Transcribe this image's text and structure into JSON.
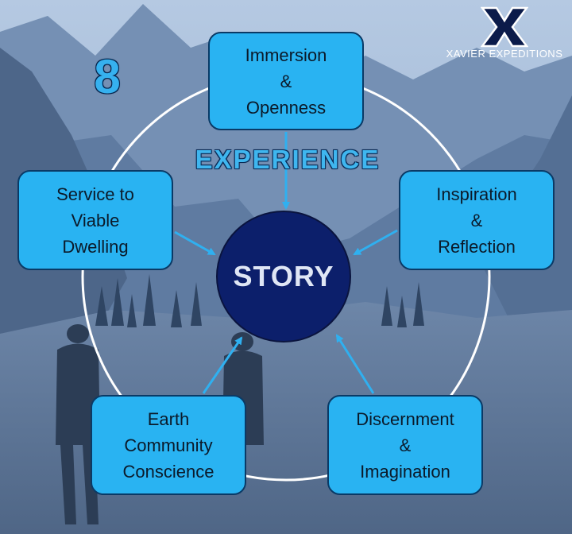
{
  "badge_number": "8",
  "header_word": "EXPERIENCE",
  "center_label": "STORY",
  "logo": {
    "letter": "X",
    "text": "XAVIER EXPEDITIONS"
  },
  "nodes": [
    {
      "label": "Immersion\n&\nOpenness"
    },
    {
      "label": "Inspiration\n&\nReflection"
    },
    {
      "label": "Discernment\n&\nImagination"
    },
    {
      "label": "Earth\nCommunity\nConscience"
    },
    {
      "label": "Service to\nViable\nDwelling"
    }
  ],
  "colors": {
    "node_fill": "#29b3f2",
    "center_fill": "#0c1f6b",
    "ring": "#ffffff",
    "arrow": "#2fb0f0"
  }
}
